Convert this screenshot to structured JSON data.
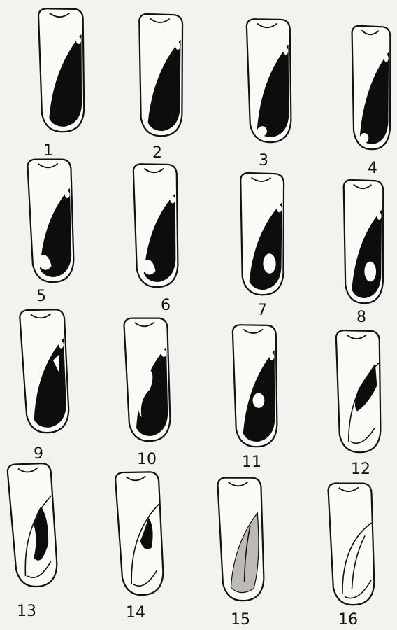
{
  "figures": [
    {
      "label": "1",
      "stage": "solid"
    },
    {
      "label": "2",
      "stage": "solid"
    },
    {
      "label": "3",
      "stage": "solid-heel"
    },
    {
      "label": "4",
      "stage": "solid-heel"
    },
    {
      "label": "5",
      "stage": "notched"
    },
    {
      "label": "6",
      "stage": "notched"
    },
    {
      "label": "7",
      "stage": "hollow"
    },
    {
      "label": "8",
      "stage": "hollow"
    },
    {
      "label": "9",
      "stage": "spotted"
    },
    {
      "label": "10",
      "stage": "broken"
    },
    {
      "label": "11",
      "stage": "ringed"
    },
    {
      "label": "12",
      "stage": "receding"
    },
    {
      "label": "13",
      "stage": "receding"
    },
    {
      "label": "14",
      "stage": "fading"
    },
    {
      "label": "15",
      "stage": "stippled"
    },
    {
      "label": "16",
      "stage": "clear"
    }
  ],
  "colors": {
    "ink": "#0d0d0d",
    "paper": "#f4f2ee",
    "stipple": "#bdbab5"
  }
}
